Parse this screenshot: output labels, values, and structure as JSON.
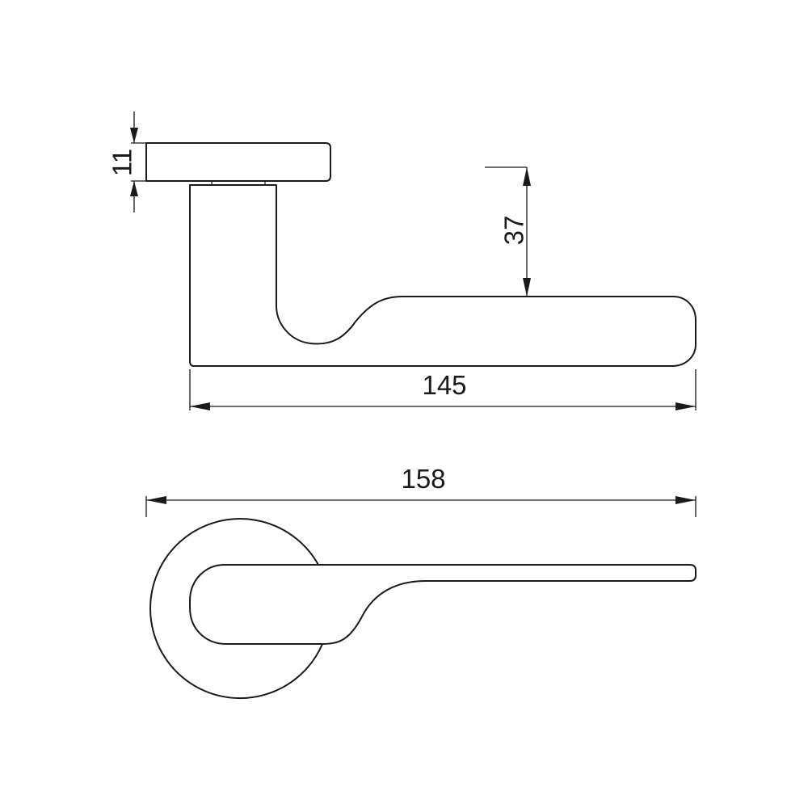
{
  "drawing": {
    "line_color": "#1a1a1a",
    "background": "#ffffff",
    "dimensions": {
      "rose_thickness": "11",
      "lever_drop": "37",
      "lever_length": "145",
      "overall_length": "158"
    }
  }
}
